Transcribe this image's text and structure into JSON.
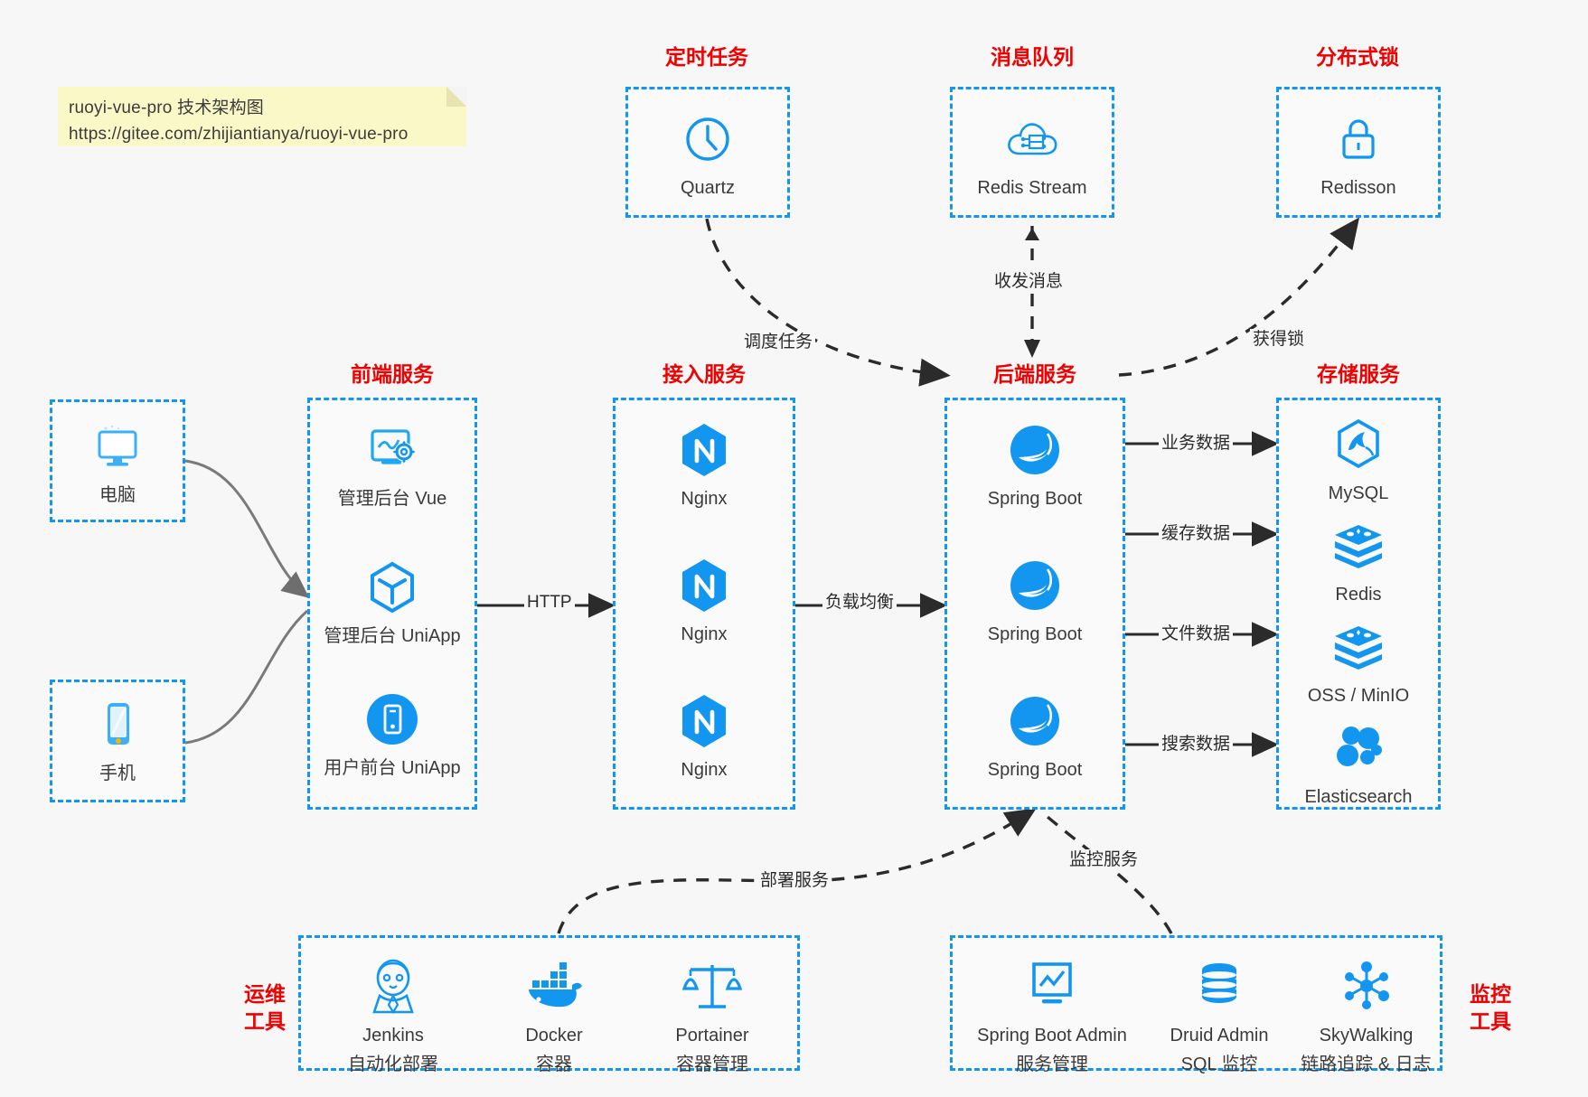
{
  "note": {
    "line1": "ruoyi-vue-pro 技术架构图",
    "line2": "https://gitee.com/zhijiantianya/ruoyi-vue-pro"
  },
  "colors": {
    "accent_blue": "#1296f0",
    "title_red": "#f00000",
    "background": "#f7f7f7",
    "note_yellow": "#fbf8c8",
    "edge_dark": "#2b2b2b"
  },
  "groups": {
    "scheduled_task": {
      "title": "定时任务",
      "nodes": [
        {
          "label": "Quartz",
          "icon": "clock-icon"
        }
      ]
    },
    "message_queue": {
      "title": "消息队列",
      "nodes": [
        {
          "label": "Redis Stream",
          "icon": "cloud-stream-icon"
        }
      ]
    },
    "distributed_lock": {
      "title": "分布式锁",
      "nodes": [
        {
          "label": "Redisson",
          "icon": "lock-icon"
        }
      ]
    },
    "clients": {
      "nodes": [
        {
          "label": "电脑",
          "icon": "desktop-monitor-icon"
        },
        {
          "label": "手机",
          "icon": "mobile-phone-icon"
        }
      ]
    },
    "frontend": {
      "title": "前端服务",
      "nodes": [
        {
          "label": "管理后台 Vue",
          "icon": "dashboard-gear-icon"
        },
        {
          "label": "管理后台 UniApp",
          "icon": "cube-icon"
        },
        {
          "label": "用户前台 UniApp",
          "icon": "phone-circle-icon"
        }
      ]
    },
    "gateway": {
      "title": "接入服务",
      "nodes": [
        {
          "label": "Nginx",
          "icon": "nginx-icon"
        },
        {
          "label": "Nginx",
          "icon": "nginx-icon"
        },
        {
          "label": "Nginx",
          "icon": "nginx-icon"
        }
      ]
    },
    "backend": {
      "title": "后端服务",
      "nodes": [
        {
          "label": "Spring Boot",
          "icon": "spring-boot-icon"
        },
        {
          "label": "Spring Boot",
          "icon": "spring-boot-icon"
        },
        {
          "label": "Spring Boot",
          "icon": "spring-boot-icon"
        }
      ]
    },
    "storage": {
      "title": "存储服务",
      "nodes": [
        {
          "label": "MySQL",
          "icon": "mysql-icon"
        },
        {
          "label": "Redis",
          "icon": "redis-icon"
        },
        {
          "label": "OSS / MinIO",
          "icon": "oss-minio-icon"
        },
        {
          "label": "Elasticsearch",
          "icon": "elasticsearch-icon"
        }
      ]
    },
    "devops": {
      "title_line1": "运维",
      "title_line2": "工具",
      "nodes": [
        {
          "name": "Jenkins",
          "desc": "自动化部署",
          "icon": "jenkins-icon"
        },
        {
          "name": "Docker",
          "desc": "容器",
          "icon": "docker-whale-icon"
        },
        {
          "name": "Portainer",
          "desc": "容器管理",
          "icon": "scales-icon"
        }
      ]
    },
    "monitoring": {
      "title_line1": "监控",
      "title_line2": "工具",
      "nodes": [
        {
          "name": "Spring Boot Admin",
          "desc": "服务管理",
          "icon": "monitor-chart-icon"
        },
        {
          "name": "Druid Admin",
          "desc": "SQL 监控",
          "icon": "database-icon"
        },
        {
          "name": "SkyWalking",
          "desc": "链路追踪 & 日志",
          "icon": "skywalking-node-icon"
        }
      ]
    }
  },
  "edges": [
    {
      "label": "HTTP",
      "from": "frontend",
      "to": "gateway"
    },
    {
      "label": "负载均衡",
      "from": "gateway",
      "to": "backend"
    },
    {
      "label": "调度任务",
      "from": "scheduled_task",
      "to": "backend"
    },
    {
      "label": "收发消息",
      "from": "message_queue",
      "to": "backend"
    },
    {
      "label": "获得锁",
      "from": "backend",
      "to": "distributed_lock"
    },
    {
      "label": "业务数据",
      "from": "backend",
      "to": "storage.MySQL"
    },
    {
      "label": "缓存数据",
      "from": "backend",
      "to": "storage.Redis"
    },
    {
      "label": "文件数据",
      "from": "backend",
      "to": "storage.OSS / MinIO"
    },
    {
      "label": "搜索数据",
      "from": "backend",
      "to": "storage.Elasticsearch"
    },
    {
      "label": "部署服务",
      "from": "devops",
      "to": "backend"
    },
    {
      "label": "监控服务",
      "from": "monitoring",
      "to": "backend"
    }
  ]
}
